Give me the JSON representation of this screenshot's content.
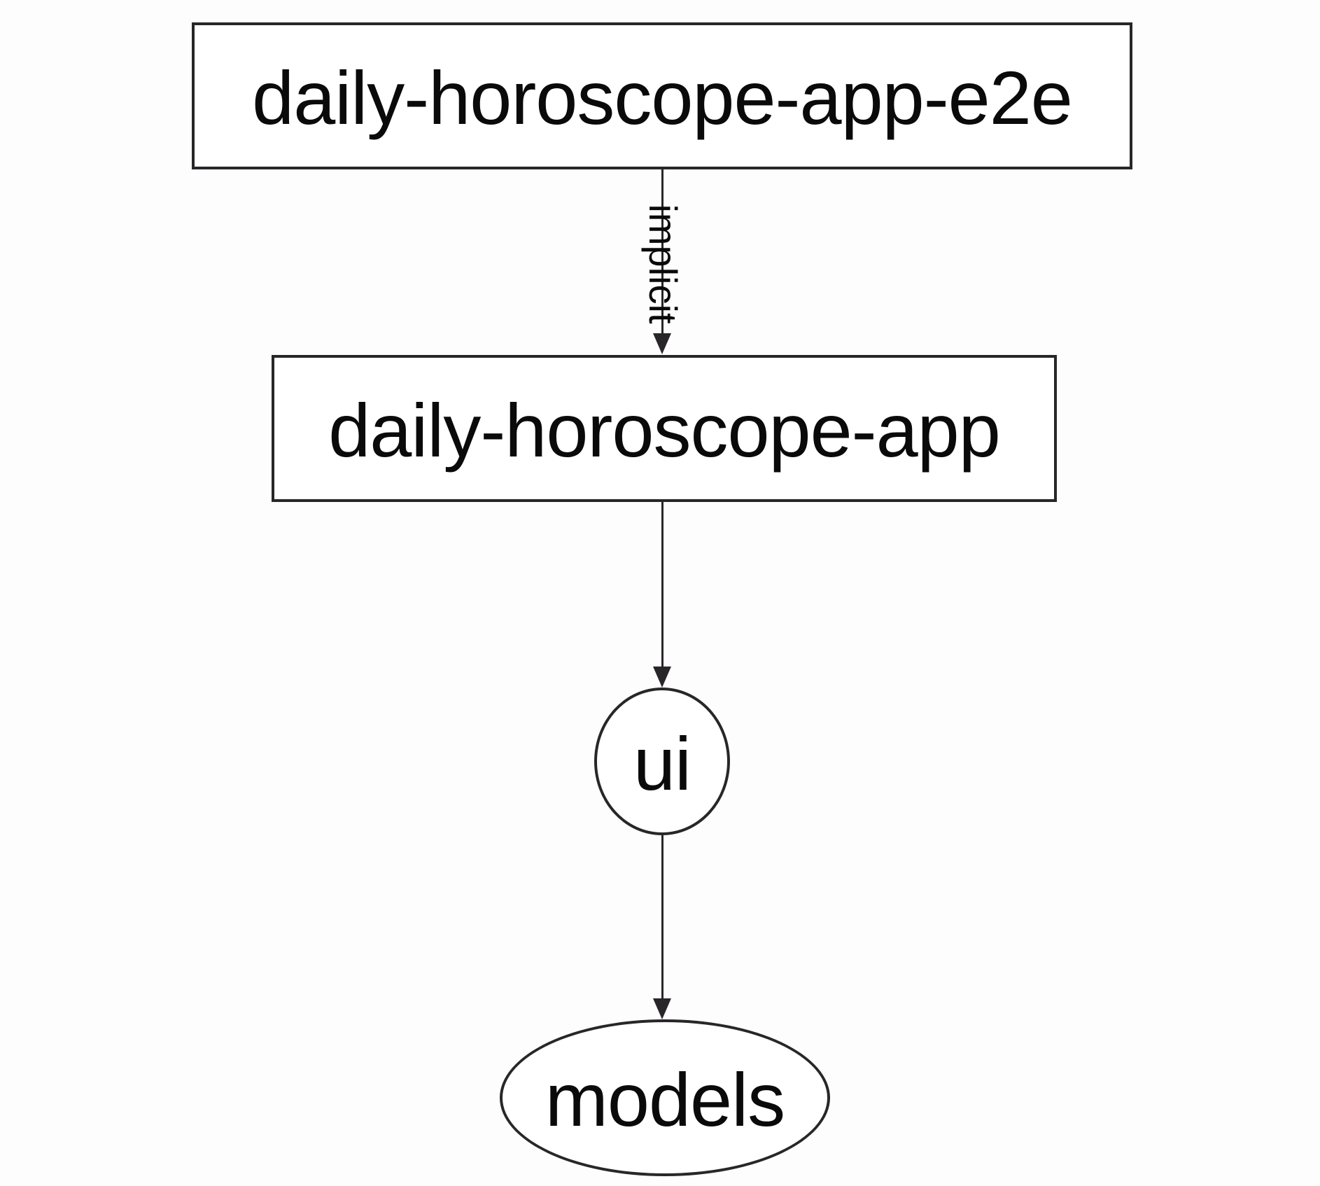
{
  "diagram": {
    "type": "dependency-graph",
    "colors": {
      "bg": "#fdfdfd",
      "node_fill": "#ffffff",
      "stroke": "#29262a",
      "text": "#0a0a0a"
    },
    "nodes": [
      {
        "id": "daily-horoscope-app-e2e",
        "label": "daily-horoscope-app-e2e",
        "shape": "rectangle"
      },
      {
        "id": "daily-horoscope-app",
        "label": "daily-horoscope-app",
        "shape": "rectangle"
      },
      {
        "id": "ui",
        "label": "ui",
        "shape": "ellipse"
      },
      {
        "id": "models",
        "label": "models",
        "shape": "ellipse"
      }
    ],
    "edges": [
      {
        "from": "daily-horoscope-app-e2e",
        "to": "daily-horoscope-app",
        "label": "implicit",
        "direction": "down"
      },
      {
        "from": "daily-horoscope-app",
        "to": "ui",
        "label": "",
        "direction": "down"
      },
      {
        "from": "ui",
        "to": "models",
        "label": "",
        "direction": "down"
      }
    ]
  }
}
